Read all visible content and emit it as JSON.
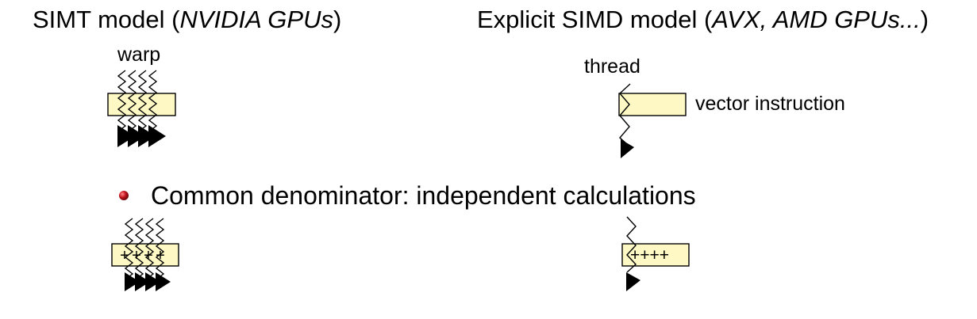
{
  "headings": {
    "simt": {
      "prefix": "SIMT model (",
      "italic": "NVIDIA GPUs",
      "suffix": ")"
    },
    "simd": {
      "prefix": "Explicit SIMD model (",
      "italic": "AVX, AMD GPUs...",
      "suffix": ")"
    }
  },
  "labels": {
    "warp": "warp",
    "thread": "thread",
    "vector_instruction": "vector instruction"
  },
  "bullet": {
    "text": "Common denominator: independent calculations",
    "color": "#c0121b"
  },
  "simt_ops": [
    "+",
    "+",
    "+",
    "+"
  ],
  "simd_ops": "++++",
  "colors": {
    "box_fill": "#fdf8c4",
    "stroke": "#000000"
  }
}
